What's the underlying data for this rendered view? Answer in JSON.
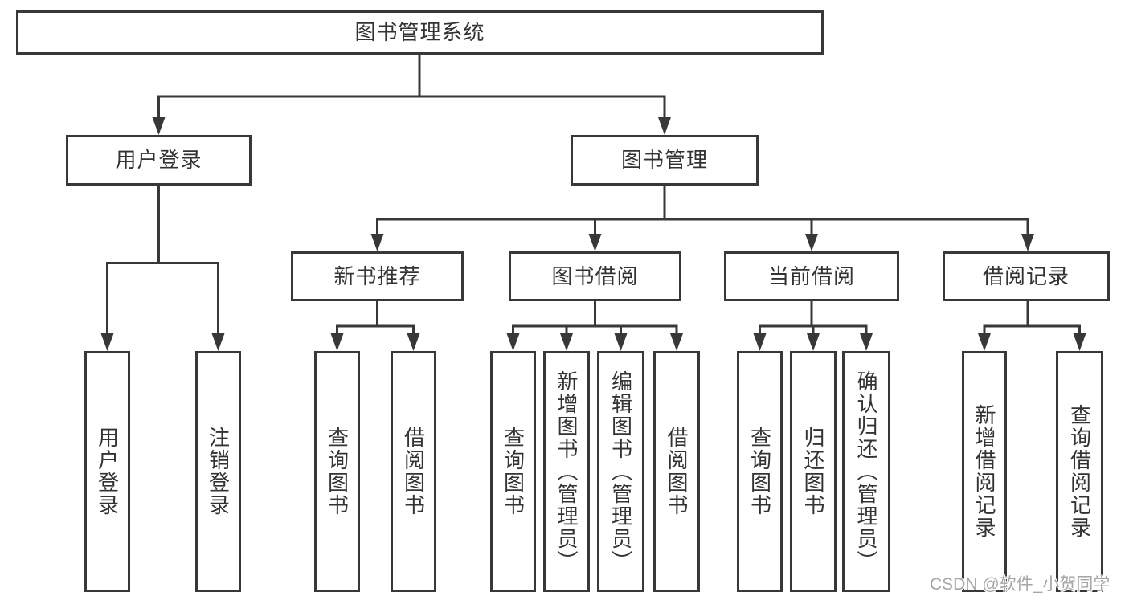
{
  "diagram": {
    "root_label": "图书管理系统",
    "level2": {
      "user_login": "用户登录",
      "book_mgmt": "图书管理"
    },
    "level3": {
      "new_book": "新书推荐",
      "borrow": "图书借阅",
      "current": "当前借阅",
      "records": "借阅记录"
    },
    "leaves": {
      "user_login": [
        "用户登录",
        "注销登录"
      ],
      "new_book": [
        "查询图书",
        "借阅图书"
      ],
      "borrow": [
        "查询图书",
        "新增图书（管理员）",
        "编辑图书（管理员）",
        "借阅图书"
      ],
      "current": [
        "查询图书",
        "归还图书",
        "确认归还（管理员）"
      ],
      "records": [
        "新增借阅记录",
        "查询借阅记录"
      ]
    }
  },
  "watermark": "CSDN @软件_小贺同学",
  "colors": {
    "line": "#383838",
    "text": "#333333",
    "box_background": "#ffffff",
    "watermark": "#a6a6a6",
    "background": "#ffffff"
  }
}
